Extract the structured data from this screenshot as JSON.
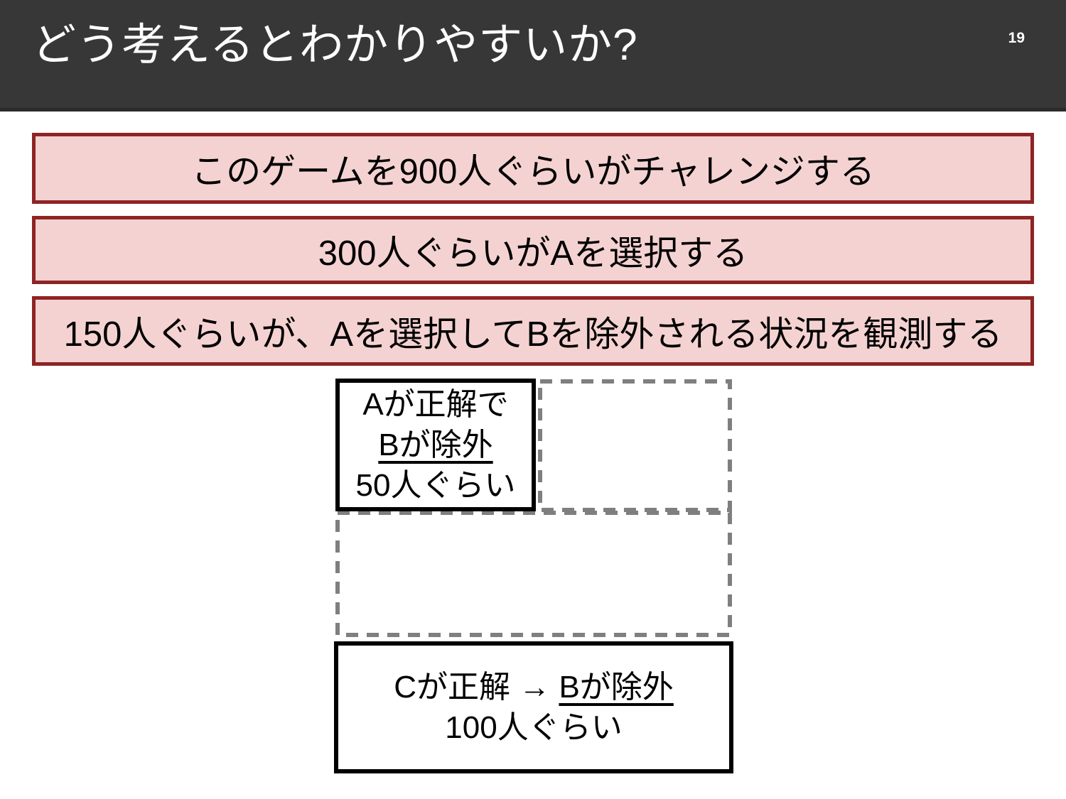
{
  "slide": {
    "title": "どう考えるとわかりやすいか?",
    "page_number": "19"
  },
  "funnel_boxes": [
    {
      "label": "このゲームを900人ぐらいがチャレンジする"
    },
    {
      "label": "300人ぐらいがAを選択する"
    },
    {
      "label": "150人ぐらいが、Aを選択してBを除外される状況を観測する"
    }
  ],
  "diagram": {
    "top_left_box": {
      "line1": "Aが正解で",
      "line2": "Bが除外",
      "line3": "50人ぐらい"
    },
    "bottom_box": {
      "line1_prefix": "Cが正解 → ",
      "line1_underlined": "Bが除外",
      "line2": "100人ぐらい"
    }
  },
  "colors": {
    "header_bg": "#373737",
    "header_edge": "#2b2b2b",
    "pink_fill": "#f5d2d2",
    "red_border": "#8e2424",
    "dashed_gray": "#7f7f7f",
    "solid_border": "#000000"
  }
}
